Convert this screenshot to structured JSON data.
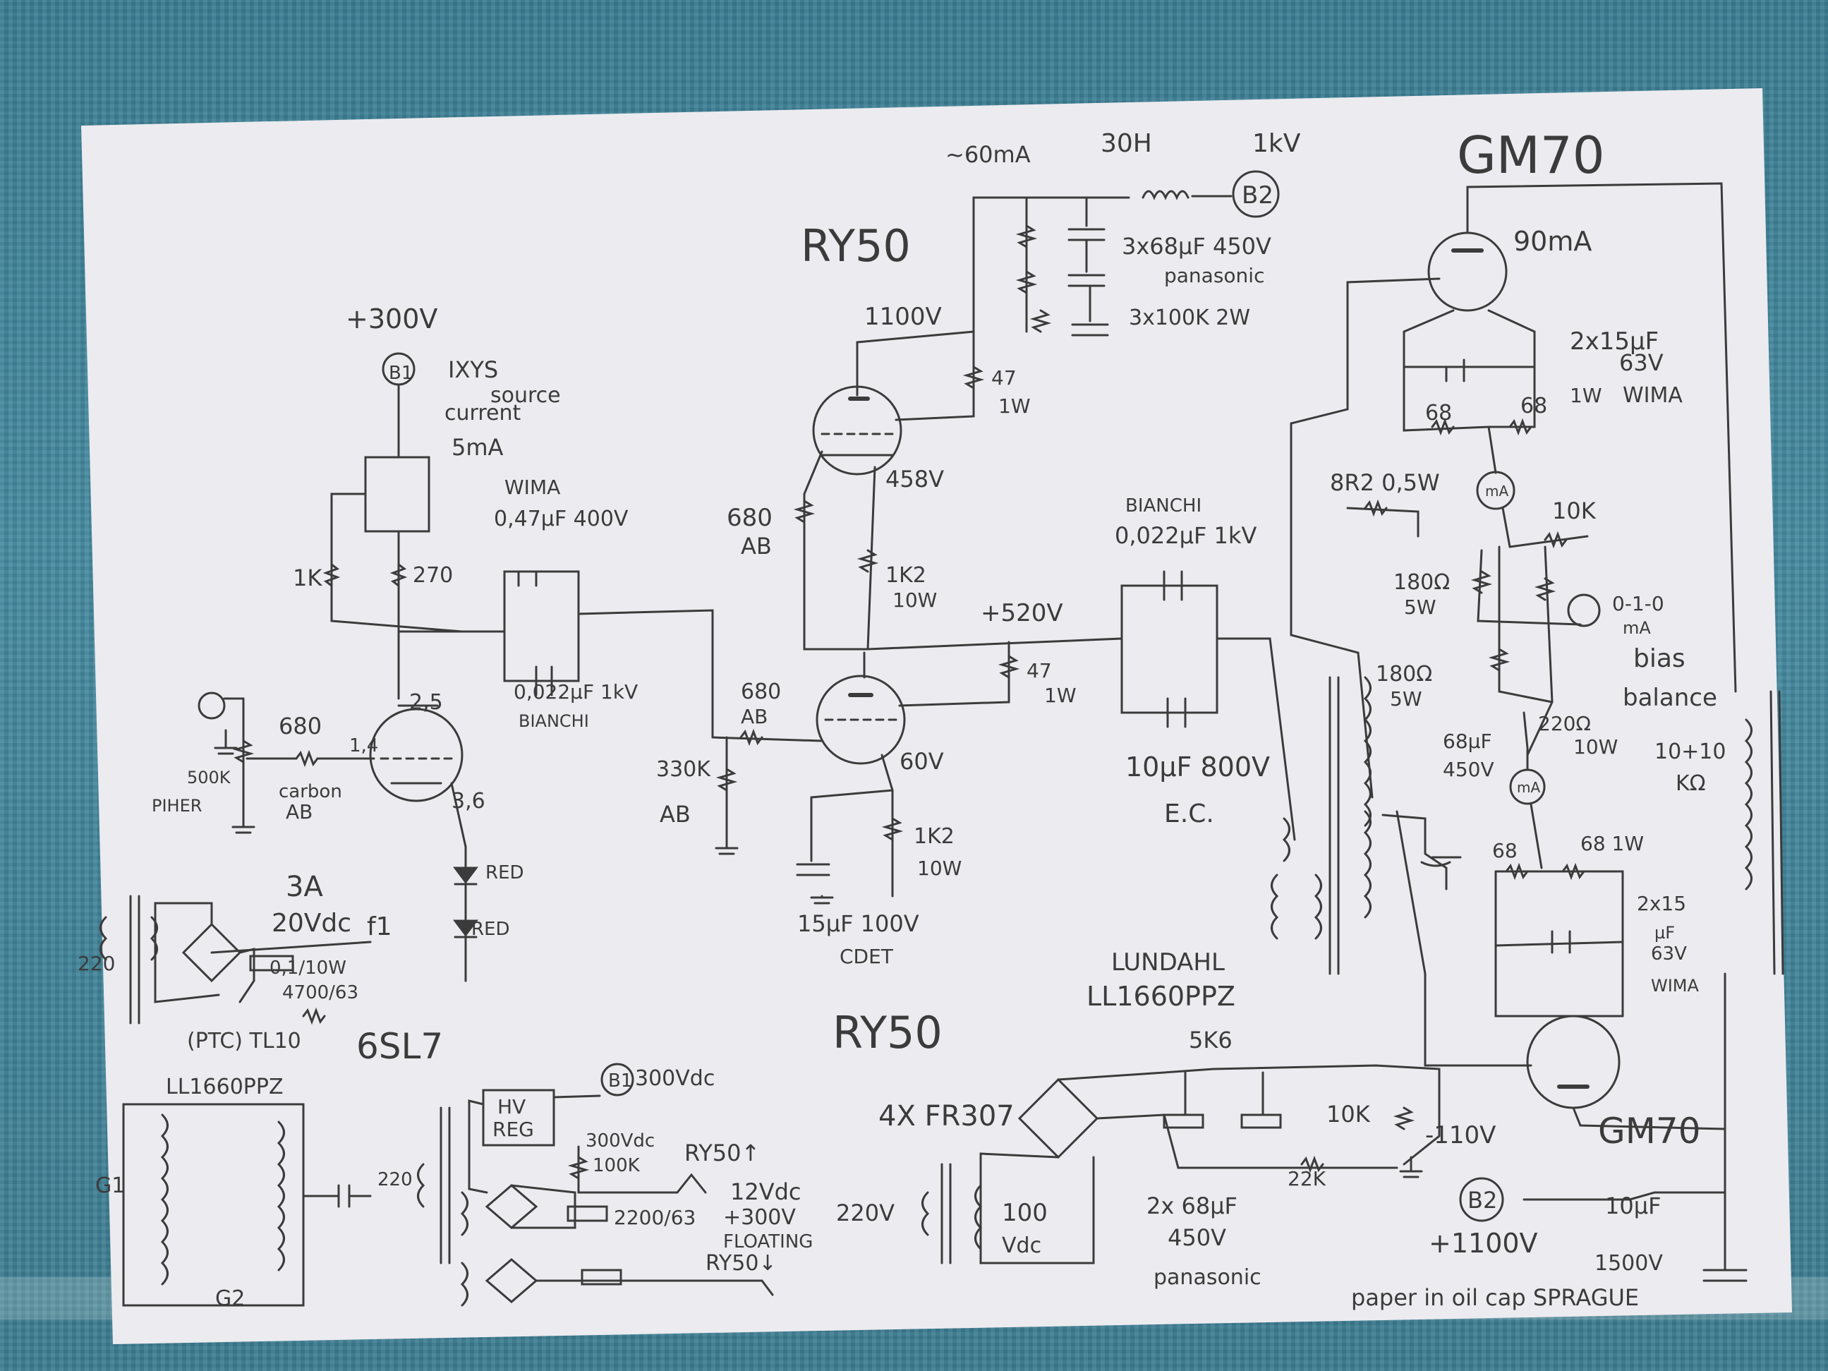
{
  "title_labels": {
    "gm70_top": "GM70",
    "ry50_top": "RY50",
    "ry50_mid": "RY50",
    "gm70_bottom": "GM70",
    "sl7": "6SL7",
    "lundahl": "LUNDAHL",
    "ll1660": "LL1660PPZ",
    "ll1660_small": "LL1660PPZ"
  },
  "labels": {
    "plus300": "+300V",
    "b1": "B1",
    "ixys": "IXYS",
    "current": "current",
    "source": "source",
    "ma5": "5mA",
    "r1k": "1K",
    "r270": "270",
    "wima1": "WIMA",
    "cap047": "0,47µF 400V",
    "cap0022": "0,022µF 1kV",
    "bianchi1": "BIANCHI",
    "v25": "2,5",
    "v14": "1,4",
    "v36": "3,6",
    "r680a": "680",
    "carbon": "carbon",
    "ab1": "AB",
    "pot500k": "500K",
    "pioner": "PIHER",
    "red1": "RED",
    "red2": "RED",
    "a3": "3A",
    "v20dc": "20Vdc",
    "f1": "f1",
    "r01": "0,1/10W",
    "c4700": "4700/63",
    "ptc": "(PTC) TL10",
    "v220a": "220",
    "ma60": "~60mA",
    "h30": "30H",
    "kv1": "1kV",
    "b2": "B2",
    "cap3x68": "3x68µF 450V",
    "panasonic1": "panasonic",
    "r3x100k": "3x100K 2W",
    "v1100": "1100V",
    "r47a": "47",
    "w1a": "1W",
    "v458": "458V",
    "r680ab": "680",
    "ab2": "AB",
    "r1k2a": "1K2",
    "w10a": "10W",
    "v520": "+520V",
    "r47b": "47",
    "w1b": "1W",
    "bianchi2": "BIANCHI",
    "cap0022b": "0,022µF 1kV",
    "cap10uf": "10µF 800V",
    "ec": "E.C.",
    "r680ab2": "680",
    "ab3": "AB",
    "r330k": "330K",
    "ab4": "AB",
    "v60": "60V",
    "r1k2b": "1K2",
    "w10b": "10W",
    "cap15": "15µF 100V",
    "cdet": "CDET",
    "ma90": "90mA",
    "cap2x15": "2x15µF",
    "v63": "63V",
    "wima2": "WIMA",
    "r68a": "68",
    "r68b": "68",
    "w1c": "1W",
    "r8r2": "8R2 0,5W",
    "ma_a": "mA",
    "r10k": "10K",
    "r180a": "180Ω",
    "w5a": "5W",
    "r180b": "180Ω",
    "w5b": "5W",
    "meter": "0-1-0",
    "meter_ma": "mA",
    "bias": "bias",
    "balance": "balance",
    "r220": "220Ω",
    "w10c": "10W",
    "ma_b": "mA",
    "c68": "68µF",
    "c450": "450V",
    "r68c": "68",
    "r68d": "68 1W",
    "cap2x15b": "2x15",
    "uf": "µF",
    "v63b": "63V",
    "wima3": "WIMA",
    "k1010": "10+10",
    "kohm": "KΩ",
    "fr307": "4X FR307",
    "r5k6": "5K6",
    "r10kb": "10K",
    "v110": "-110V",
    "r22k": "22K",
    "v220b": "220V",
    "v100dc": "100",
    "vdc": "Vdc",
    "cap2x68": "2x 68µF",
    "v450b": "450V",
    "panasonic2": "panasonic",
    "b2b": "B2",
    "v1100b": "+1100V",
    "cap10b": "10µF",
    "v1500": "1500V",
    "paper": "paper in oil cap SPRAGUE",
    "g1": "G1",
    "g2": "G2",
    "v220c": "220",
    "hv": "HV",
    "reg": "REG",
    "b1b": "B1",
    "v300dc": "300Vdc",
    "v300dc2": "300Vdc",
    "r100k": "100K",
    "ry50up": "RY50↑",
    "v12dc": "12Vdc",
    "v300fl": "+300V",
    "floating": "FLOATING",
    "c2200": "2200/63",
    "ry50down": "RY50↓"
  },
  "colors": {
    "paper": "#ecebef",
    "pencil": "#3b3b3b",
    "cloth": "#3f7f93"
  }
}
